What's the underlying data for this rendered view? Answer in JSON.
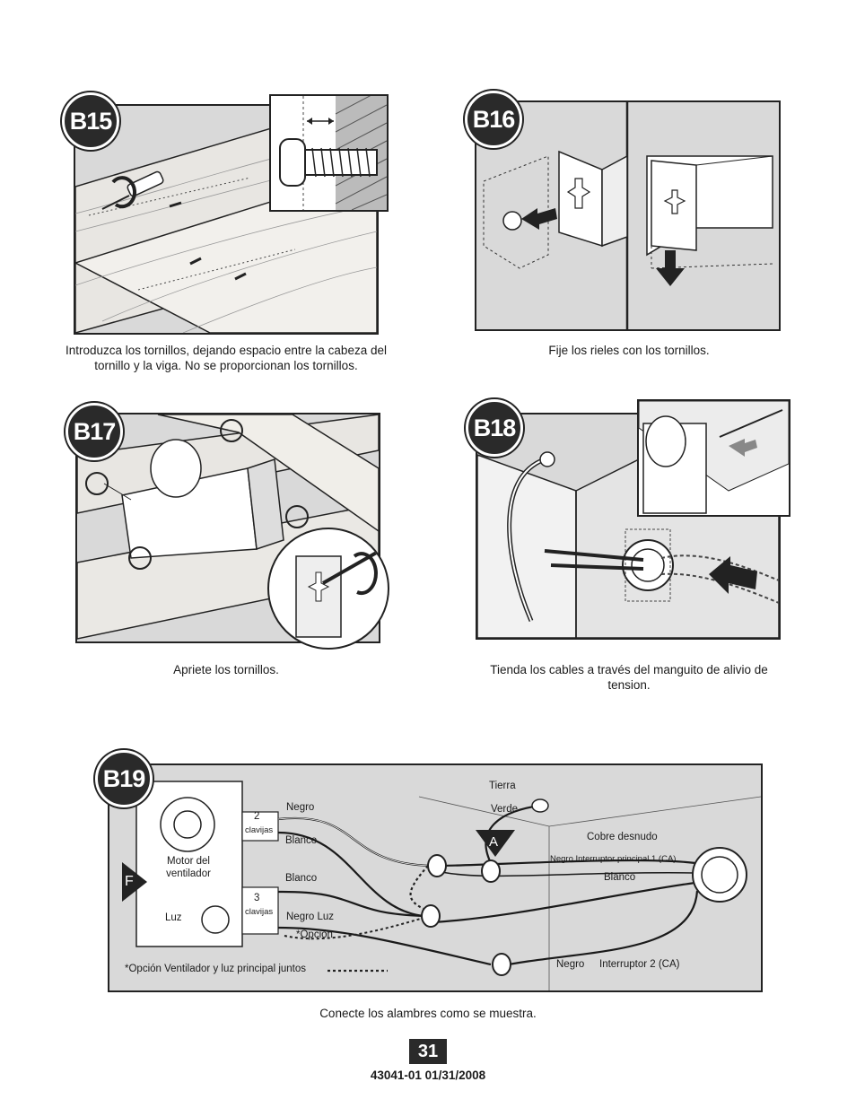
{
  "steps": {
    "b15": {
      "badge": "B15",
      "caption": "Introduzca los tornillos, dejando espacio entre la cabeza del tornillo y la viga. No se proporcionan los tornillos."
    },
    "b16": {
      "badge": "B16",
      "caption": "Fije los rieles con los tornillos."
    },
    "b17": {
      "badge": "B17",
      "caption": "Apriete los tornillos."
    },
    "b18": {
      "badge": "B18",
      "caption": "Tienda los cables a través del manguito de alivio de tension."
    },
    "b19": {
      "badge": "B19",
      "caption": "Conecte los alambres como se muestra.",
      "labels": {
        "motor": "Motor del ventilador",
        "luz": "Luz",
        "plug2_num": "2",
        "plug2_text": "clavijas",
        "plug3_num": "3",
        "plug3_text": "clavijas",
        "negro": "Negro",
        "blanco_1": "Blanco",
        "blanco_2": "Blanco",
        "negro_luz": "Negro Luz",
        "opcion": "*Opción",
        "tierra": "Tierra",
        "verde": "Verde",
        "cobre": "Cobre desnudo",
        "negro_principal": "Negro Interruptor principal 1 (CA)",
        "blanco_3": "Blanco",
        "negro_2": "Negro",
        "interruptor2": "Interruptor 2 (CA)",
        "marker_a": "A",
        "marker_f": "F",
        "legend": "*Opción Ventilador y luz principal juntos"
      }
    }
  },
  "footer": {
    "page_number": "31",
    "doc_id": "43041-01  01/31/2008"
  },
  "colors": {
    "panel_bg": "#d9d9d9",
    "badge_bg": "#2a2a2a",
    "line": "#1a1a1a"
  },
  "icons": [
    "screwdriver-icon",
    "screw-icon",
    "rotation-arrow-icon",
    "push-arrow-icon",
    "down-arrow-icon",
    "wire-nut-icon",
    "warning-triangle-icon",
    "strain-relief-icon"
  ]
}
